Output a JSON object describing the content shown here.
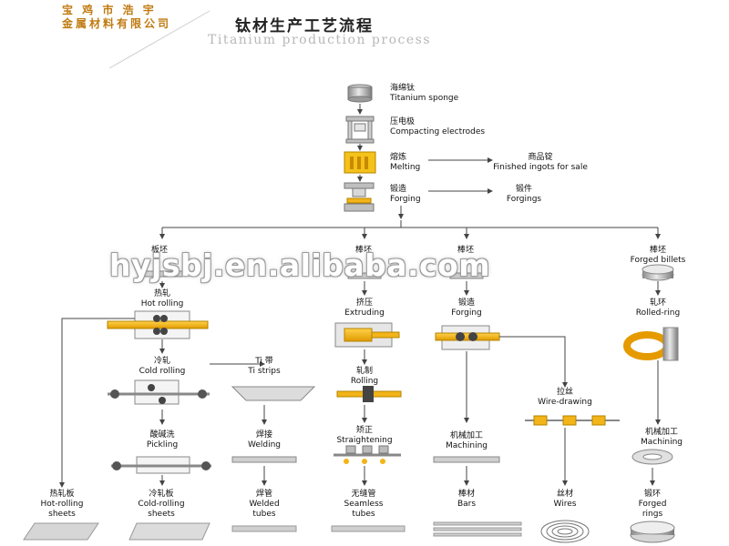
{
  "header": {
    "company_line1": "宝 鸡 市 浩 宇",
    "company_line2": "金属材料有限公司",
    "title_cn": "钛材生产工艺流程",
    "title_en": "Titanium production process"
  },
  "watermark": "hyjsbj.en.alibaba.com",
  "steps": {
    "sponge": {
      "cn": "海绵钛",
      "en": "Titanium sponge"
    },
    "compact": {
      "cn": "压电极",
      "en": "Compacting  electrodes"
    },
    "melting": {
      "cn": "熔炼",
      "en": "Melting"
    },
    "ingots": {
      "cn": "商品锭",
      "en": "Finished  ingots  for  sale"
    },
    "forging_main": {
      "cn": "锻造",
      "en": "Forging"
    },
    "forgings": {
      "cn": "锻件",
      "en": "Forgings"
    },
    "slab": {
      "cn": "板坯"
    },
    "bar_billet": {
      "cn": "棒坯"
    },
    "bar_billet2": {
      "cn": "棒坯"
    },
    "forged_billets": {
      "cn": "棒坯",
      "en": "Forged  billets"
    },
    "hot_rolling": {
      "cn": "热轧",
      "en": "Hot  rolling"
    },
    "cold_rolling": {
      "cn": "冷轧",
      "en": "Cold  rolling"
    },
    "ti_strips": {
      "cn": "Ti 带",
      "en": "Ti strips"
    },
    "pickling": {
      "cn": "酸碱洗",
      "en": "Pickling"
    },
    "welding": {
      "cn": "焊接",
      "en": "Welding"
    },
    "extruding": {
      "cn": "挤压",
      "en": "Extruding"
    },
    "rolling": {
      "cn": "轧制",
      "en": "Rolling"
    },
    "straightening": {
      "cn": "矫正",
      "en": "Straightening"
    },
    "forging_bar": {
      "cn": "锻造",
      "en": "Forging"
    },
    "machining_bar": {
      "cn": "机械加工",
      "en": "Machining"
    },
    "wire_drawing": {
      "cn": "拉丝",
      "en": "Wire-drawing"
    },
    "rolled_ring": {
      "cn": "轧环",
      "en": "Rolled-ring"
    },
    "machining_ring": {
      "cn": "机械加工",
      "en": "Machining"
    }
  },
  "products": {
    "hot_sheets": {
      "cn": "热轧板",
      "en1": "Hot-rolling",
      "en2": "sheets"
    },
    "cold_sheets": {
      "cn": "冷轧板",
      "en1": "Cold-rolling",
      "en2": "sheets"
    },
    "welded": {
      "cn": "焊管",
      "en1": "Welded",
      "en2": "tubes"
    },
    "seamless": {
      "cn": "无缝管",
      "en1": "Seamless",
      "en2": "tubes"
    },
    "bars": {
      "cn": "棒材",
      "en1": "Bars"
    },
    "wires": {
      "cn": "丝材",
      "en1": "Wires"
    },
    "rings": {
      "cn": "锻环",
      "en1": "Forged",
      "en2": "rings"
    }
  },
  "colors": {
    "accent": "#f2b418",
    "line": "#444444",
    "machine": "#bfbfbf"
  }
}
